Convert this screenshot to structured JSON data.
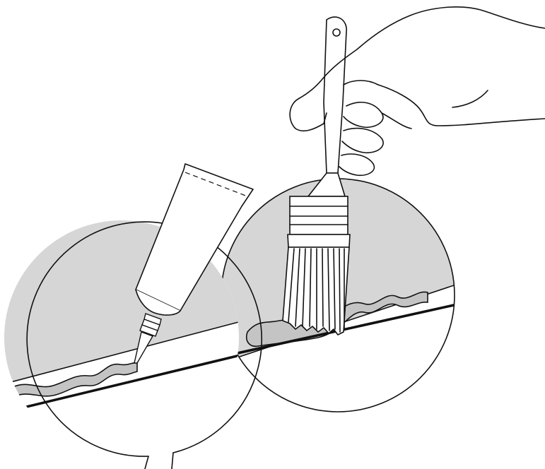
{
  "illustration": {
    "colors": {
      "surface_gray": "#d6d6d6",
      "sealant_gray": "#c4c4c4",
      "ink": "#111111",
      "background": "#ffffff"
    },
    "elements": [
      "left-detail-circle",
      "right-detail-circle",
      "sealant-tube",
      "paint-brush",
      "hand"
    ]
  }
}
